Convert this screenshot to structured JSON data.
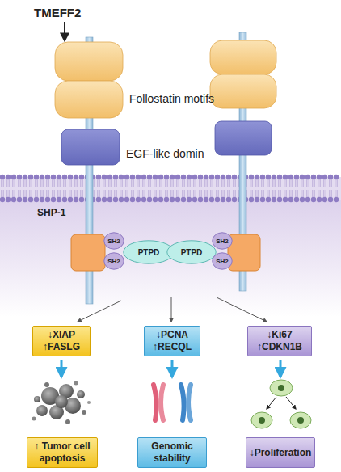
{
  "diagram": {
    "nodes": [
      {
        "text": [
          "SH2"
        ]
      },
      {
        "text": [
          "SH2"
        ]
      },
      {
        "text": [
          "PTPD"
        ]
      },
      {
        "text": [
          "PTPD"
        ]
      },
      {
        "text": [
          "SH2"
        ]
      },
      {
        "text": [
          "SH2"
        ]
      },
      {
        "text": [
          "↓XIAP",
          "↑FASLG"
        ]
      },
      {
        "text": [
          "↓PCNA",
          "↑RECQL"
        ]
      },
      {
        "text": [
          "↓Ki67",
          "↑CDKN1B"
        ]
      },
      {
        "text": [
          "↑ Tumor cell apoptosis"
        ]
      },
      {
        "text": [
          "Genomic stability"
        ]
      },
      {
        "text": [
          "↓Proliferation"
        ]
      }
    ],
    "labels": [
      "TMEFF2",
      "Follostatin motifs",
      "EGF-like domin",
      "SHP-1"
    ]
  }
}
